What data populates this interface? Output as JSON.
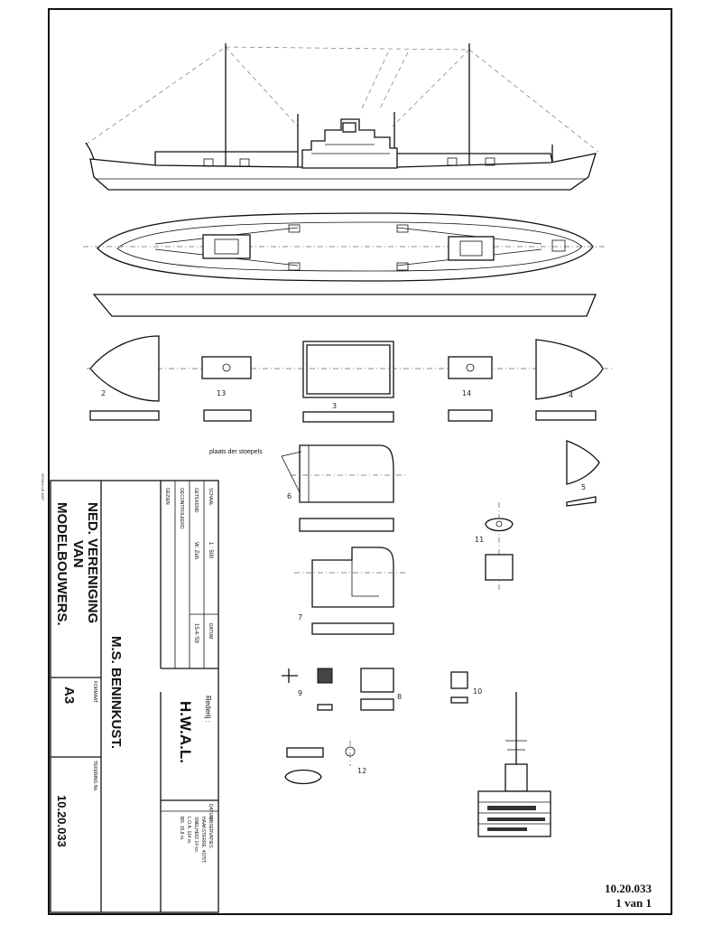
{
  "title_block": {
    "org_line1": "NED. VERENIGING",
    "org_line2": "VAN",
    "org_line3": "MODELBOUWERS.",
    "ship_name": "M.S. BENINKUST.",
    "owner_label": "Rederij :",
    "owner_name": "H.W.A.L.",
    "schaal_label": "SCHAAL",
    "schaal_value": "1 : 500",
    "getekend_label": "GETEKEND",
    "getekend_value": "W. Zeh",
    "gecontroleerd_label": "GECONTROLEERD",
    "gezien_label": "GEZIEN",
    "datum_label": "DATUM",
    "datum_value": "15-4-'59",
    "formaat_label": "FORMAAT",
    "formaat_value": "A3",
    "tekening_label": "TEKENING No.",
    "drawing_number": "10.20.033",
    "datum2_label": "DATUM",
    "observations_label": "OBSERVATIES :",
    "observations_lines": [
      "HAAKSTERRE. 4075T.",
      "SNELHEID 14 kn.",
      "L.O.A. 114 m.",
      "BR. 15,8 m."
    ],
    "small_margin": "STIMULUS 1007"
  },
  "annotation": "plaats der stoepels",
  "part_labels": [
    "2",
    "13",
    "3",
    "14",
    "4",
    "6",
    "5",
    "11",
    "7",
    "9",
    "8",
    "10",
    "12"
  ],
  "footer": {
    "number": "10.20.033",
    "sheet": "1 van 1"
  }
}
